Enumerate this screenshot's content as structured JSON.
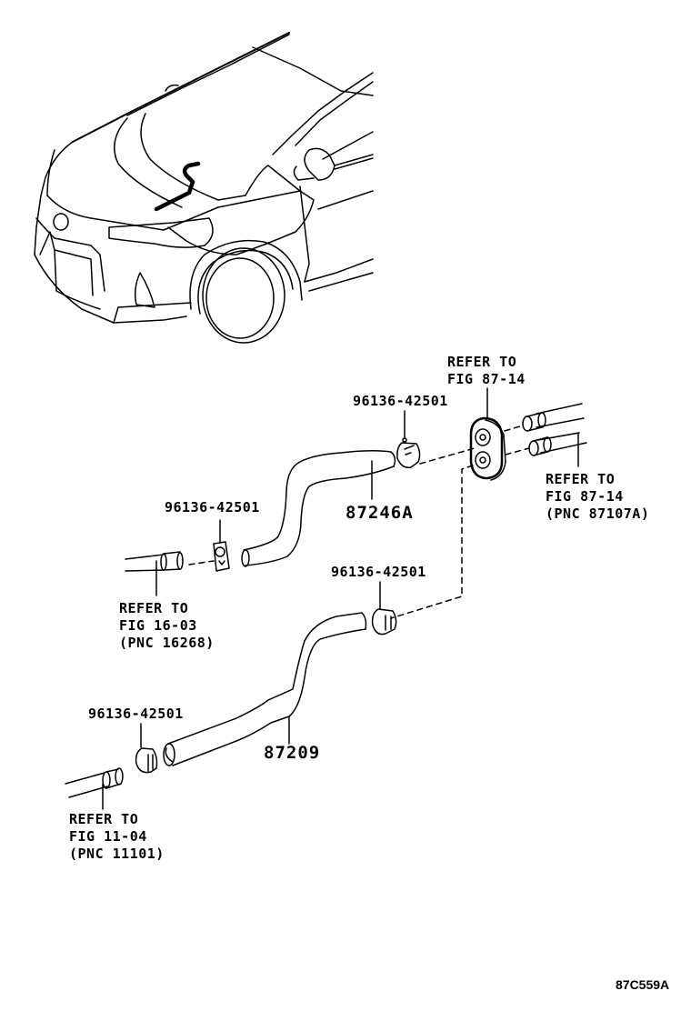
{
  "diagram": {
    "figure_code": "87C559A",
    "labels": {
      "refer_top": {
        "line1": "REFER TO",
        "line2": "FIG 87-14"
      },
      "refer_right": {
        "line1": "REFER TO",
        "line2": "FIG 87-14",
        "line3": "(PNC 87107A)"
      },
      "refer_mid_left": {
        "line1": "REFER TO",
        "line2": "FIG 16-03",
        "line3": "(PNC 16268)"
      },
      "refer_bottom_left": {
        "line1": "REFER TO",
        "line2": "FIG 11-04",
        "line3": "(PNC 11101)"
      },
      "clamp_upper_right": "96136-42501",
      "clamp_upper_left": "96136-42501",
      "clamp_lower_right": "96136-42501",
      "clamp_lower_left": "96136-42501",
      "hose_upper": "87246A",
      "hose_lower": "87209"
    },
    "parts": [
      {
        "id": "87246A",
        "type": "heater-hose"
      },
      {
        "id": "87209",
        "type": "heater-hose"
      },
      {
        "id": "96136-42501",
        "type": "hose-clamp",
        "count": 4
      }
    ]
  }
}
